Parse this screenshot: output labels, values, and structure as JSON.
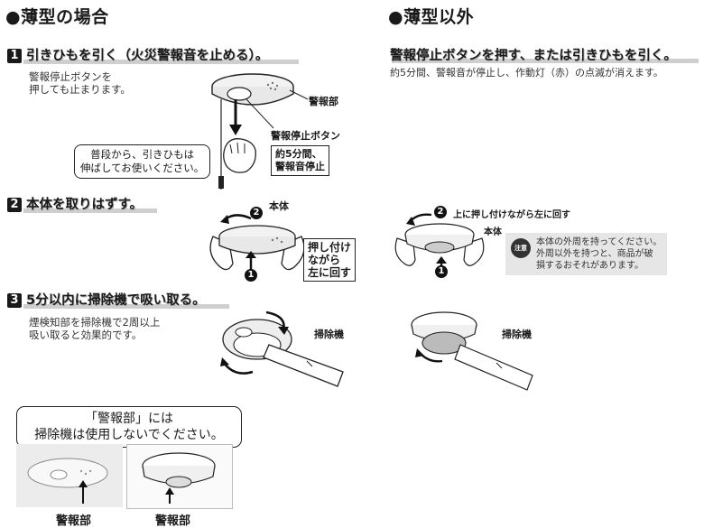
{
  "left": {
    "title": "●薄型の場合",
    "step1": {
      "num": "1",
      "heading": "引きひもを引く（火災警報音を止める）。",
      "note_line1": "警報停止ボタンを",
      "note_line2": "押しても止まります。",
      "label_alarm": "警報部",
      "label_button": "警報停止ボタン",
      "stop_line1": "約5分間、",
      "stop_line2": "警報音停止",
      "bubble_line1": "普段から、引きひもは",
      "bubble_line2": "伸ばしてお使いください。"
    },
    "step2": {
      "num": "2",
      "heading": "本体を取りはずす。",
      "label_body": "本体",
      "marker_1": "1",
      "marker_2": "2",
      "box_line1": "押し付け",
      "box_line2": "ながら",
      "box_line3": "左に回す"
    },
    "step3": {
      "num": "3",
      "heading": "5分以内に掃除機で吸い取る。",
      "note_line1": "煙検知部を掃除機で2周以上",
      "note_line2": "吸い取ると効果的です。",
      "label_vacuum": "掃除機"
    },
    "caution_box": {
      "line1": "「警報部」には",
      "line2": "掃除機は使用しないでください。",
      "label_a": "警報部",
      "label_b": "警報部"
    }
  },
  "right": {
    "title": "●薄型以外",
    "step1_heading": "警報停止ボタンを押す、または引きひもを引く。",
    "step1_note": "約5分間、警報音が停止し、作動灯（赤）の点滅が消えます。",
    "step2": {
      "marker_2": "2",
      "instruction": "上に押し付けながら左に回す",
      "label_body": "本体",
      "marker_1": "1",
      "caution_icon": "注意",
      "caution_line1": "本体の外周を持ってください。",
      "caution_line2": "外周以外を持つと、商品が破",
      "caution_line3": "損するおそれがあります。"
    },
    "step3": {
      "label_vacuum": "掃除機"
    }
  },
  "colors": {
    "ink": "#1a1a1a",
    "shadow": "#cfcfcf",
    "caution_bg": "#e6e6e6"
  }
}
